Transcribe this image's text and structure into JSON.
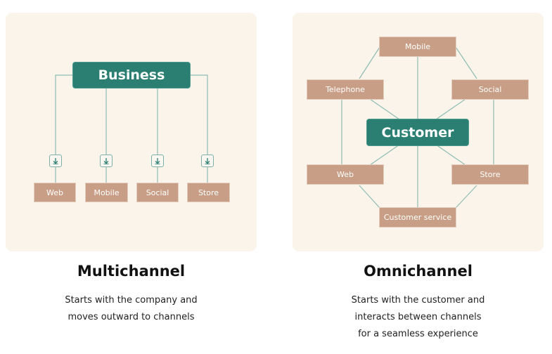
{
  "multichannel": {
    "hub": "Business",
    "channels": [
      "Web",
      "Mobile",
      "Social",
      "Store"
    ],
    "title": "Multichannel",
    "description": [
      "Starts with the company and",
      "moves outward to channels"
    ]
  },
  "omnichannel": {
    "hub": "Customer",
    "channels": {
      "top": "Mobile",
      "upper_left": "Telephone",
      "upper_right": "Social",
      "lower_left": "Web",
      "lower_right": "Store",
      "bottom": "Customer service"
    },
    "title": "Omnichannel",
    "description": [
      "Starts with the customer and",
      "interacts between channels",
      "for a seamless experience"
    ]
  },
  "colors": {
    "panel": "#faf4ea",
    "hub": "#2a7f72",
    "channel": "#c89f86",
    "line": "#8fbcb4"
  },
  "icons": {
    "channel_arrow": "arrow-down-icon"
  }
}
